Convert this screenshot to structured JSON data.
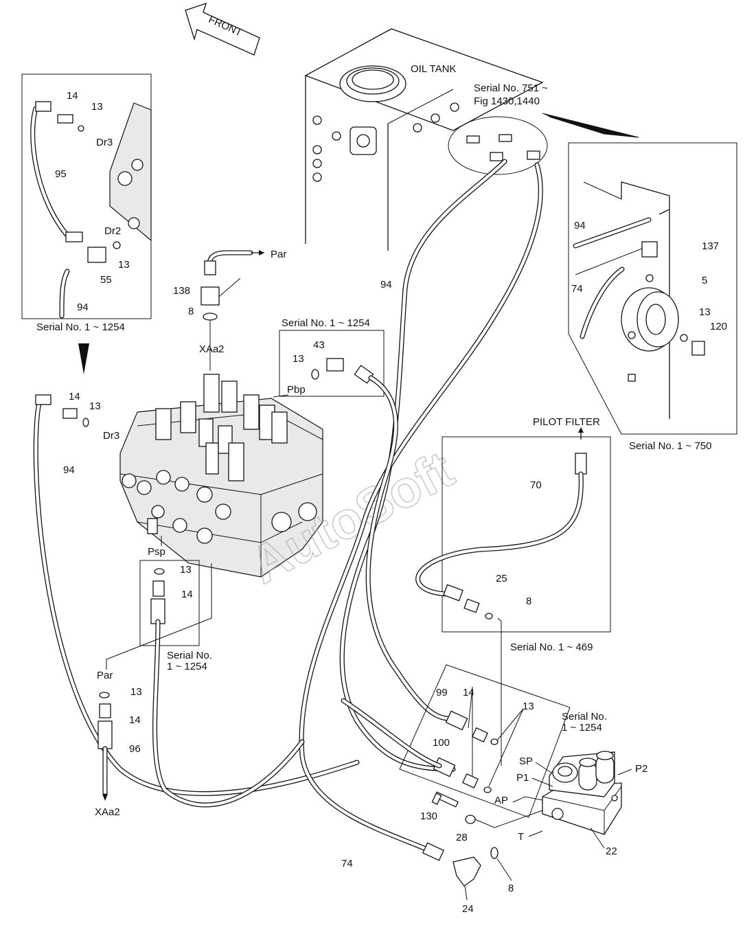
{
  "front_label": "FRONT",
  "oil_tank_label": "OIL TANK",
  "pilot_filter_label": "PILOT FILTER",
  "watermark": "AutoSoft",
  "serial_notes": {
    "tank_detail": "Serial No. 751 ~",
    "tank_detail_fig": "Fig 1430,1440",
    "inset_left": "Serial No. 1 ~ 1254",
    "inset_right": "Serial No. 1 ~ 750",
    "pbp_box": "Serial No. 1 ~ 1254",
    "psp_box_line1": "Serial No.",
    "psp_box_line2": "1 ~ 1254",
    "filter_box": "Serial No. 1 ~ 469",
    "solenoid_box_line1": "Serial No.",
    "solenoid_box_line2": "1 ~ 1254"
  },
  "port_labels": {
    "par_top": "Par",
    "par_lower": "Par",
    "xaa2_top_main": "XAa",
    "xaa2_top_sub": "2",
    "xaa2_bottom": "XAa2",
    "pbp": "Pbp",
    "psp": "Psp",
    "dr3_inset": "Dr3",
    "dr2_inset": "Dr2",
    "dr3_main": "Dr3",
    "sp": "SP",
    "p1": "P1",
    "p2": "P2",
    "ap": "AP",
    "t": "T"
  },
  "part_numbers": {
    "inset_14": "14",
    "inset_13": "13",
    "inset_95": "95",
    "inset_13b": "13",
    "inset_55": "55",
    "inset_94": "94",
    "r94": "94",
    "r137": "137",
    "r74": "74",
    "r5": "5",
    "r13": "13",
    "r120": "120",
    "p138": "138",
    "p8_top": "8",
    "pbp_43": "43",
    "pbp_13": "13",
    "main_14": "14",
    "main_13": "13",
    "main_94_left": "94",
    "main_94_center": "94",
    "psp_13": "13",
    "psp_14": "14",
    "par_13": "13",
    "par_14": "14",
    "p96": "96",
    "f70": "70",
    "f25": "25",
    "f8": "8",
    "s99": "99",
    "s14": "14",
    "s13": "13",
    "s100": "100",
    "p130": "130",
    "p28": "28",
    "p22": "22",
    "p74": "74",
    "p24": "24",
    "p8_bottom": "8"
  }
}
